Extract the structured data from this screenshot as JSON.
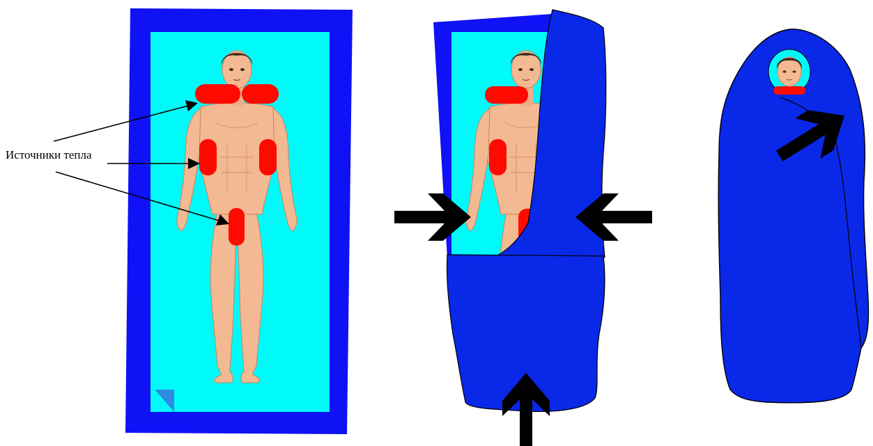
{
  "annotation": {
    "label": "Источники тепла"
  },
  "colors": {
    "blanket_outer": "#0f12f5",
    "blanket_inner": "#00fafa",
    "wrap_fill": "#0a28e8",
    "heat_pad": "#ff0a00",
    "arrow": "#000000",
    "skin": "#f2b992",
    "skin_shadow": "#d9916a",
    "hair": "#3d2a1c",
    "corner_fold": "#2d8be0"
  },
  "panels": [
    {
      "id": "flat-blanket",
      "heat_sources": 5
    },
    {
      "id": "wrapping-in-progress",
      "fold_arrows": 3
    },
    {
      "id": "wrapped-cocoon",
      "fold_arrows": 1
    }
  ]
}
